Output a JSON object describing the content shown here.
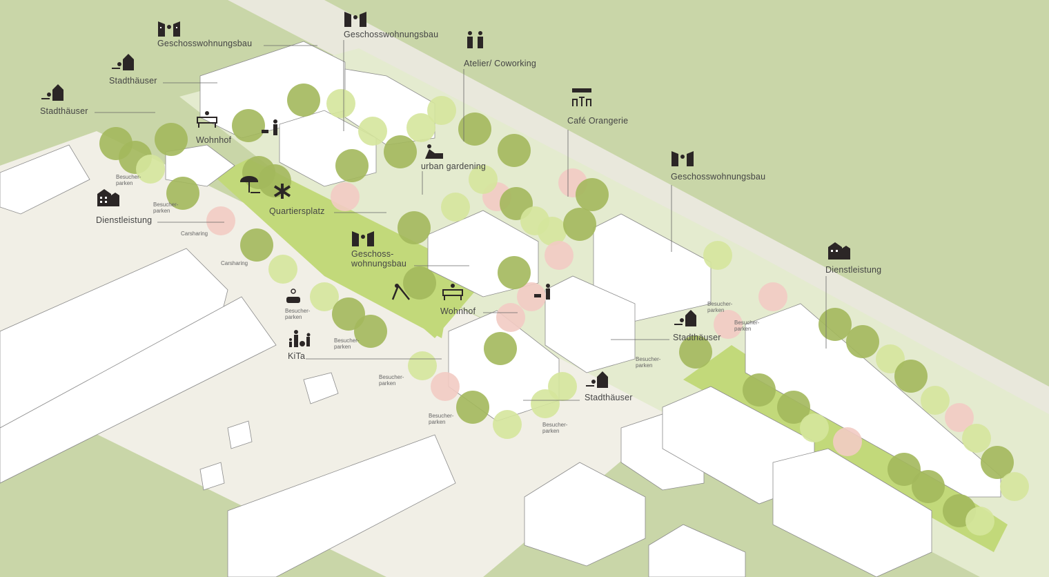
{
  "title": "Quartier isometric concept diagram",
  "labels": {
    "gwb_1": "Geschosswohnungsbau",
    "gwb_2": "Geschosswohnungsbau",
    "gwb_3": "Geschosswohnungsbau",
    "gwb_4_line1": "Geschoss-",
    "gwb_4_line2": "wohnungsbau",
    "sth_1": "Stadthäuser",
    "sth_2": "Stadthäuser",
    "sth_3": "Stadthäuser",
    "sth_4": "Stadthäuser",
    "atelier": "Atelier/ Coworking",
    "cafe": "Café Orangerie",
    "wohnhof_1": "Wohnhof",
    "wohnhof_2": "Wohnhof",
    "urban": "urban gardening",
    "quartiersplatz": "Quartiersplatz",
    "dienst_1": "Dienstleistung",
    "dienst_2": "Dienstleistung",
    "kita": "KiTa"
  },
  "small_labels": {
    "besucherparken": "Besucher-\nparken",
    "carsharing": "Carsharing"
  },
  "colors": {
    "background": "#c9d6a8",
    "lawn": "#c2d97a",
    "street": "#f1efe6",
    "tree_dark": "#9fb55a",
    "tree_light": "#d3e59a",
    "tree_pink": "#f3c9c2",
    "icon": "#2b2626"
  }
}
